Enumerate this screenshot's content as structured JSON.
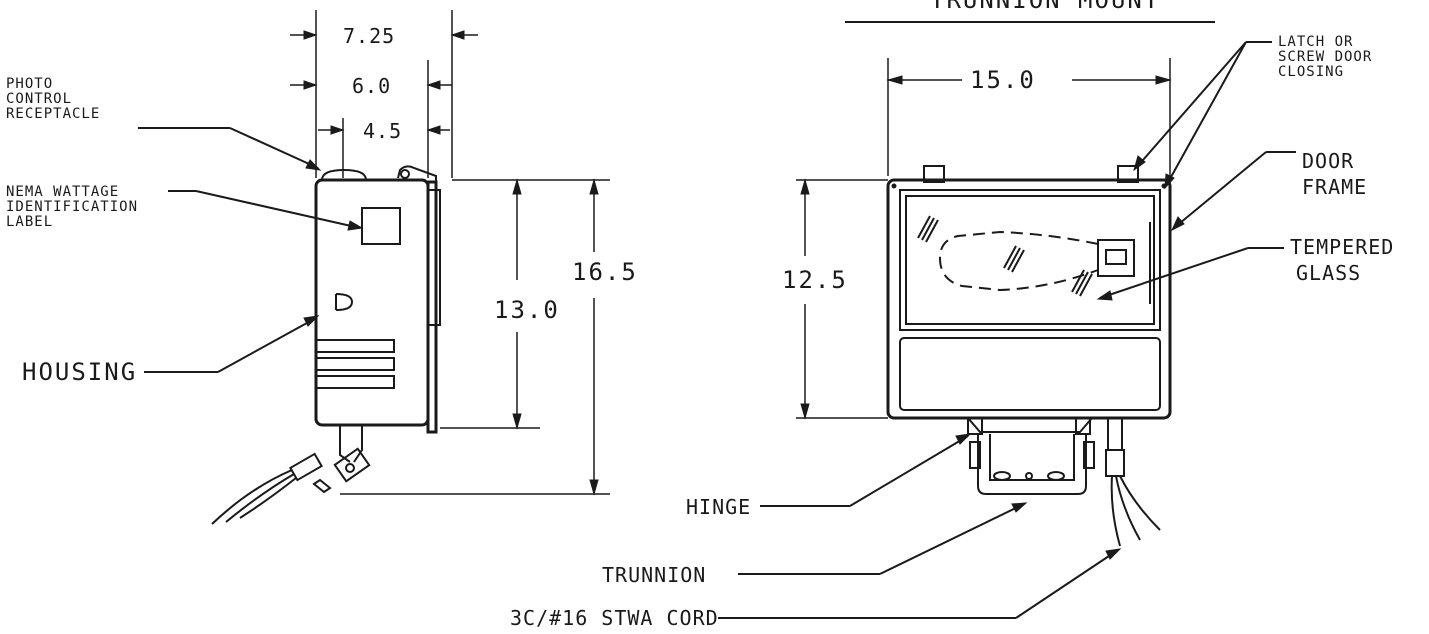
{
  "labels": {
    "title_view": "TRUNNION MOUNT",
    "photo_control": [
      "PHOTO",
      "CONTROL",
      "RECEPTACLE"
    ],
    "nema_label": [
      "NEMA WATTAGE",
      "IDENTIFICATION",
      "LABEL"
    ],
    "housing": "HOUSING",
    "latch": [
      "LATCH OR",
      "SCREW DOOR",
      "CLOSING"
    ],
    "door_frame": [
      "DOOR",
      "FRAME"
    ],
    "tempered_glass": [
      "TEMPERED",
      "GLASS"
    ],
    "hinge": "HINGE",
    "trunnion": "TRUNNION",
    "cord": "3C/#16 STWA CORD"
  },
  "dimensions": {
    "overall_width_side": "7.25",
    "mid_width_side": "6.0",
    "inner_width_side": "4.5",
    "overall_height": "16.5",
    "housing_height": "13.0",
    "front_width": "15.0",
    "front_height": "12.5"
  }
}
